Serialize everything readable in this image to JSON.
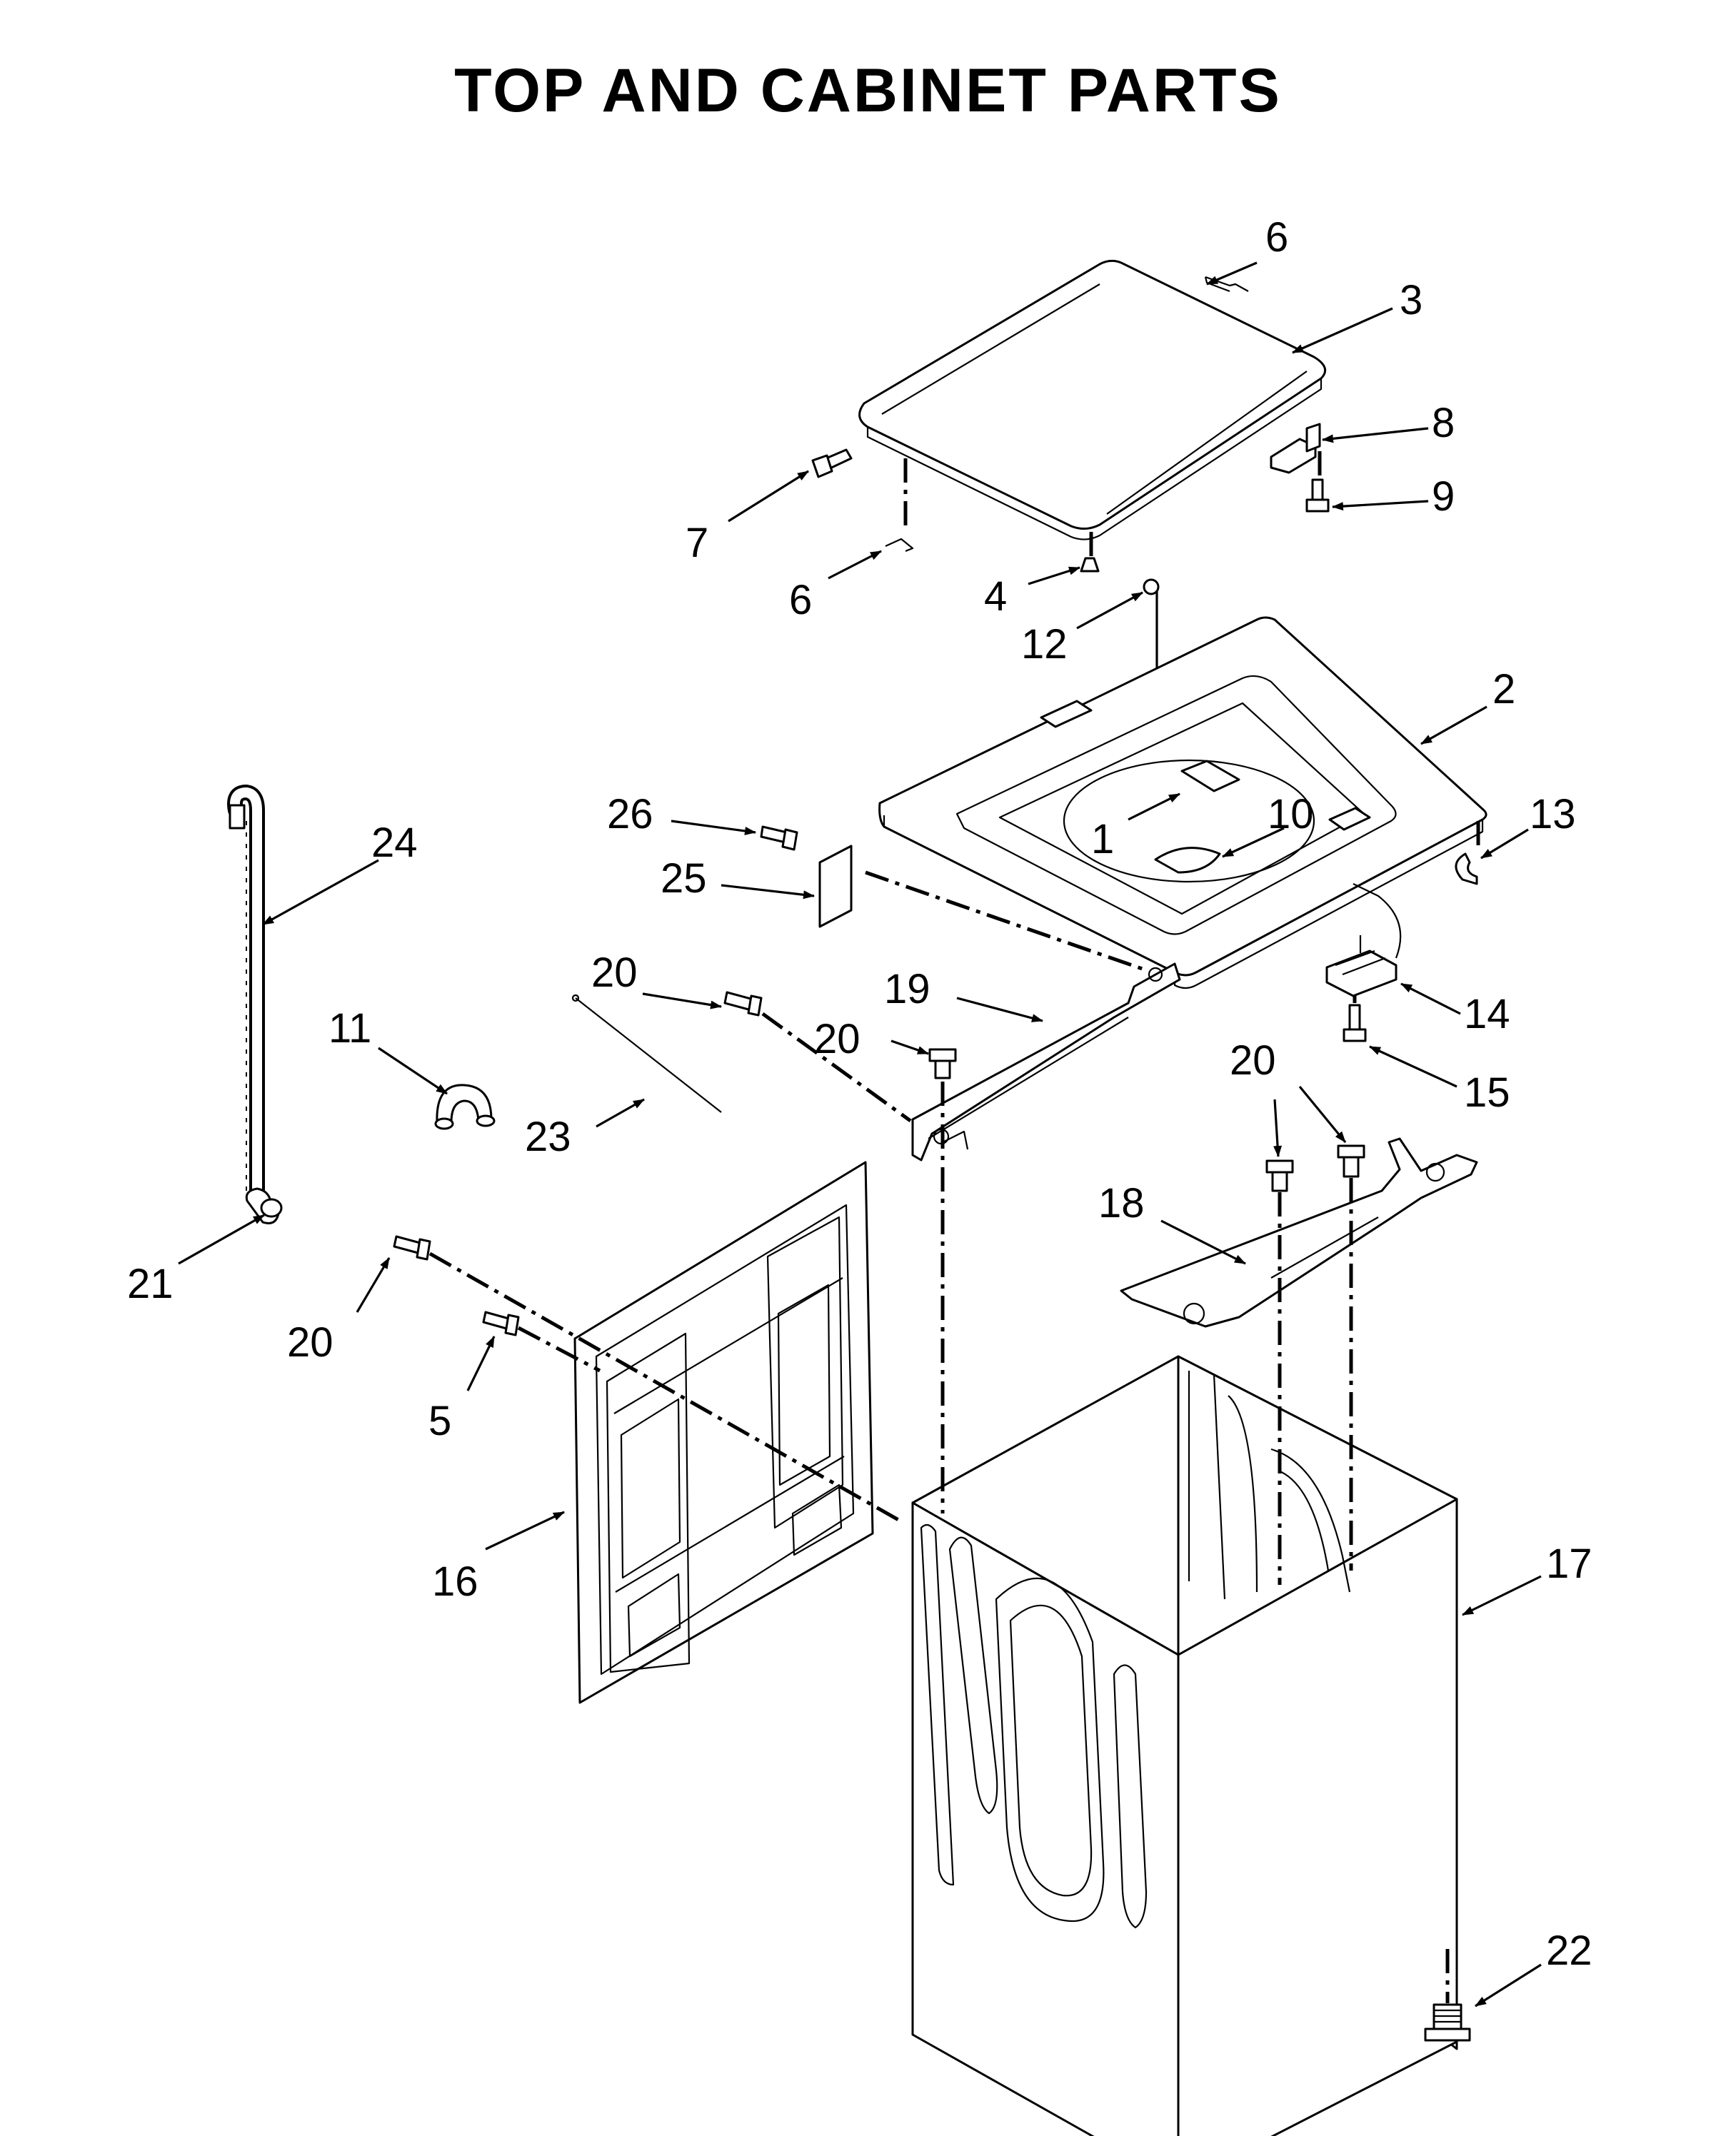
{
  "title": "TOP AND CABINET PARTS",
  "callouts": [
    {
      "id": "c1",
      "text": "1"
    },
    {
      "id": "c2",
      "text": "2"
    },
    {
      "id": "c3",
      "text": "3"
    },
    {
      "id": "c4",
      "text": "4"
    },
    {
      "id": "c5",
      "text": "5"
    },
    {
      "id": "c6a",
      "text": "6"
    },
    {
      "id": "c6b",
      "text": "6"
    },
    {
      "id": "c7",
      "text": "7"
    },
    {
      "id": "c8",
      "text": "8"
    },
    {
      "id": "c9",
      "text": "9"
    },
    {
      "id": "c10",
      "text": "10"
    },
    {
      "id": "c11",
      "text": "11"
    },
    {
      "id": "c12",
      "text": "12"
    },
    {
      "id": "c13",
      "text": "13"
    },
    {
      "id": "c14",
      "text": "14"
    },
    {
      "id": "c15",
      "text": "15"
    },
    {
      "id": "c16",
      "text": "16"
    },
    {
      "id": "c17",
      "text": "17"
    },
    {
      "id": "c18",
      "text": "18"
    },
    {
      "id": "c19",
      "text": "19"
    },
    {
      "id": "c20a",
      "text": "20"
    },
    {
      "id": "c20b",
      "text": "20"
    },
    {
      "id": "c20c",
      "text": "20"
    },
    {
      "id": "c20d",
      "text": "20"
    },
    {
      "id": "c21",
      "text": "21"
    },
    {
      "id": "c22",
      "text": "22"
    },
    {
      "id": "c23",
      "text": "23"
    },
    {
      "id": "c24",
      "text": "24"
    },
    {
      "id": "c25",
      "text": "25"
    },
    {
      "id": "c26",
      "text": "26"
    }
  ]
}
